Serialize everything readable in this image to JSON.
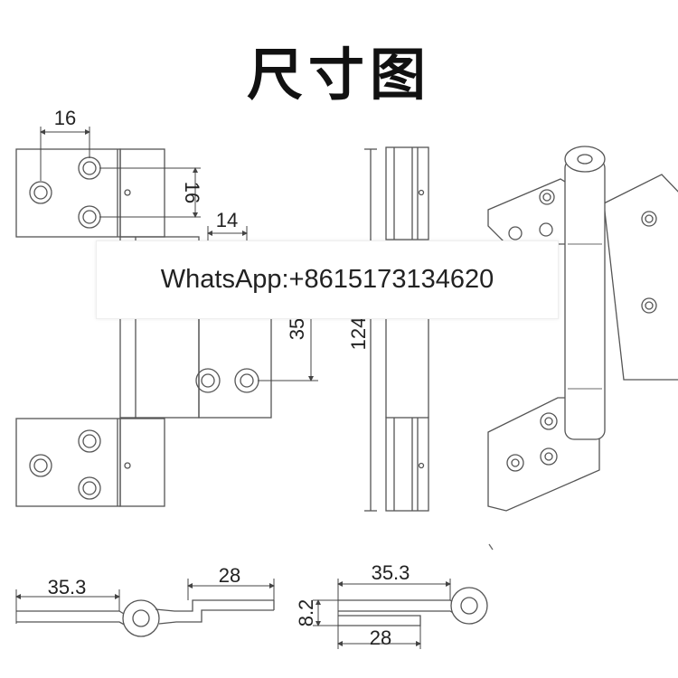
{
  "title": "尺寸图",
  "banner": {
    "text": "WhatsApp:+8615173134620"
  },
  "dimensions": {
    "top_hole_spacing": "16",
    "top_vertical_spacing": "16",
    "middle_offset": "14",
    "middle_height": "35",
    "total_height": "124",
    "bottom_left_width": "35.3",
    "bottom_left_leaf": "28",
    "bottom_right_width": "35.3",
    "bottom_right_thickness": "8.2",
    "bottom_right_leaf": "28"
  }
}
